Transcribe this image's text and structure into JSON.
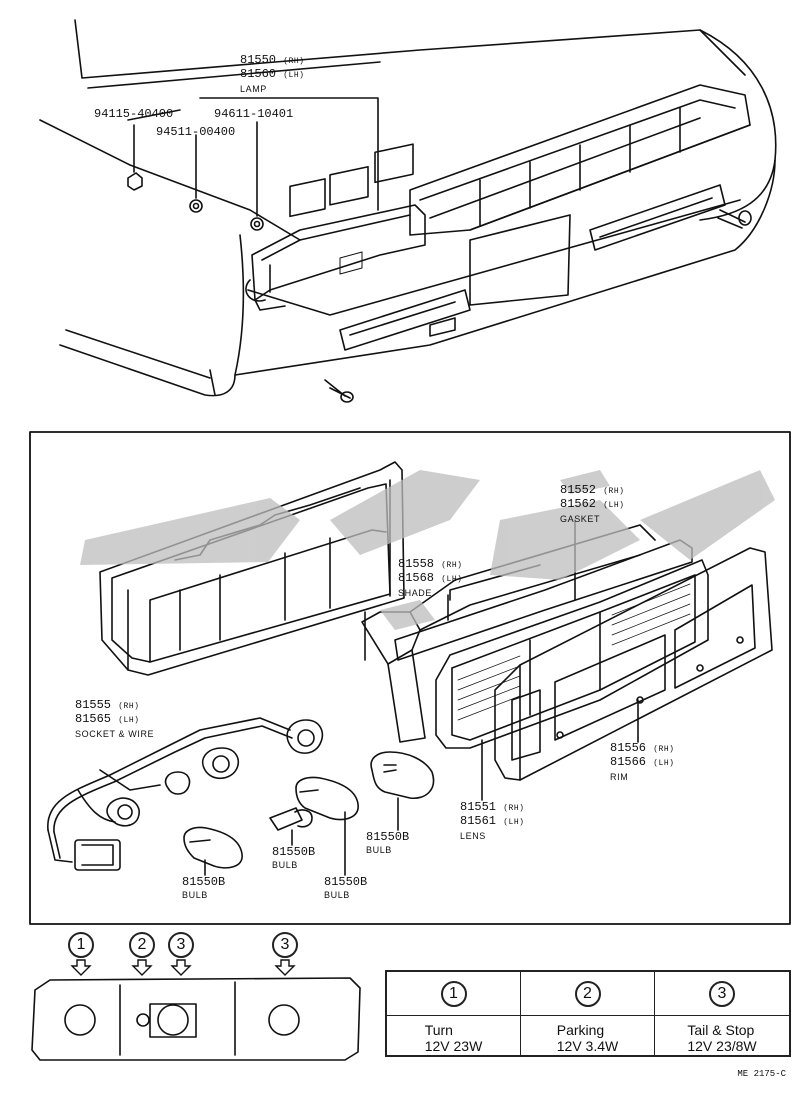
{
  "labels": {
    "lamp": {
      "pn1": "81550",
      "pn1_side": "(RH)",
      "pn2": "81560",
      "pn2_side": "(LH)",
      "caption": "LAMP"
    },
    "screw1": "94115-40400",
    "nut1": "94511-00400",
    "nut2": "94611-10401",
    "gasket": {
      "pn1": "81552",
      "pn1_side": "(RH)",
      "pn2": "81562",
      "pn2_side": "(LH)",
      "caption": "GASKET"
    },
    "shade": {
      "pn1": "81558",
      "pn1_side": "(RH)",
      "pn2": "81568",
      "pn2_side": "(LH)",
      "caption": "SHADE"
    },
    "socket": {
      "pn1": "81555",
      "pn1_side": "(RH)",
      "pn2": "81565",
      "pn2_side": "(LH)",
      "caption": "SOCKET & WIRE"
    },
    "rim": {
      "pn1": "81556",
      "pn1_side": "(RH)",
      "pn2": "81566",
      "pn2_side": "(LH)",
      "caption": "RIM"
    },
    "lens": {
      "pn1": "81551",
      "pn1_side": "(RH)",
      "pn2": "81561",
      "pn2_side": "(LH)",
      "caption": "LENS"
    },
    "bulb_a": {
      "pn": "81550B",
      "caption": "BULB"
    },
    "bulb_b": {
      "pn": "81550B",
      "caption": "BULB"
    },
    "bulb_c": {
      "pn": "81550B",
      "caption": "BULB"
    },
    "bulb_d": {
      "pn": "81550B",
      "caption": "BULB"
    }
  },
  "markers": [
    "1",
    "2",
    "3",
    "3"
  ],
  "legend": {
    "headers": [
      "1",
      "2",
      "3"
    ],
    "items": [
      {
        "name": "Turn",
        "spec": "12V 23W"
      },
      {
        "name": "Parking",
        "spec": "12V 3.4W"
      },
      {
        "name": "Tail & Stop",
        "spec": "12V 23/8W"
      }
    ]
  },
  "drawing_code": "ME 2175-C"
}
